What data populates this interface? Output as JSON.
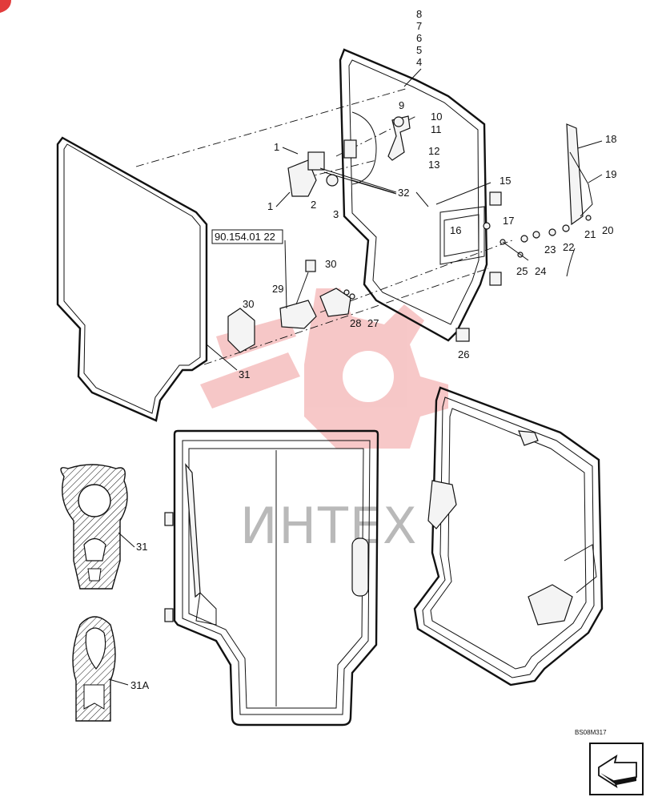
{
  "callouts": [
    "8",
    "7",
    "6",
    "5",
    "4",
    "9",
    "10",
    "11",
    "12",
    "13",
    "1",
    "1",
    "2",
    "32",
    "3",
    "15",
    "16",
    "17",
    "18",
    "19",
    "20",
    "21",
    "22",
    "23",
    "24",
    "25",
    "26",
    "27",
    "28",
    "29",
    "30",
    "30",
    "31",
    "31",
    "31A"
  ],
  "ref_box": "90.154.01 22",
  "drawing_code": "BS08M317",
  "watermark_text": "ИНТЕХ",
  "colors": {
    "watermark_logo": "#e23b3b",
    "watermark_text": "#b9b9b9",
    "ink": "#111111"
  },
  "icons": [
    "next-page-arrow-icon"
  ]
}
